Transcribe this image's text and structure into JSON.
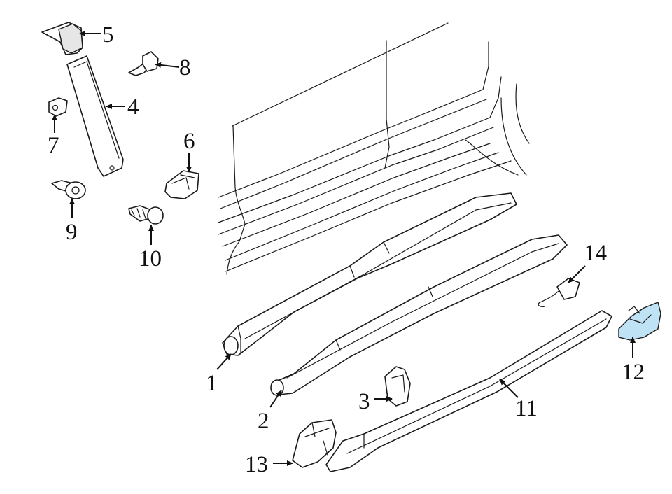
{
  "highlight_color": "#bfe3f5",
  "line_color": "#1a1a1a",
  "callouts": [
    {
      "id": "1",
      "label": "1"
    },
    {
      "id": "2",
      "label": "2"
    },
    {
      "id": "3",
      "label": "3"
    },
    {
      "id": "4",
      "label": "4"
    },
    {
      "id": "5",
      "label": "5"
    },
    {
      "id": "6",
      "label": "6"
    },
    {
      "id": "7",
      "label": "7"
    },
    {
      "id": "8",
      "label": "8"
    },
    {
      "id": "9",
      "label": "9"
    },
    {
      "id": "10",
      "label": "10"
    },
    {
      "id": "11",
      "label": "11"
    },
    {
      "id": "12",
      "label": "12"
    },
    {
      "id": "13",
      "label": "13"
    },
    {
      "id": "14",
      "label": "14"
    }
  ]
}
